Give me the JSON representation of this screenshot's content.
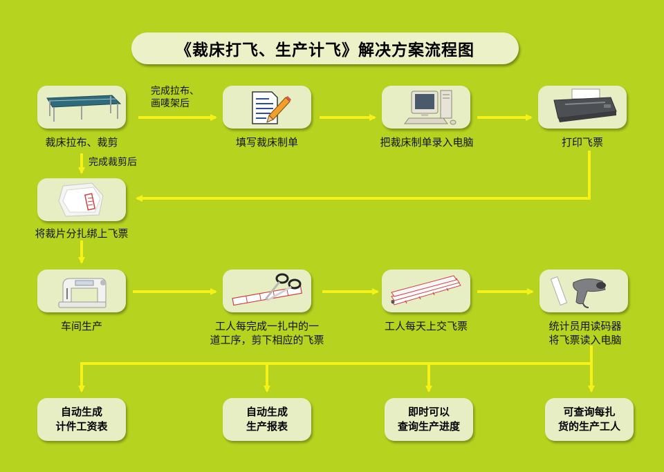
{
  "title": "《裁床打飞、生产计飞》解决方案流程图",
  "nodes": {
    "cutting": {
      "label": "裁床拉布、裁剪",
      "icon": "cutting-table-icon"
    },
    "fill_form": {
      "label": "填写裁床制单",
      "icon": "document-pencil-icon"
    },
    "enter_pc": {
      "label": "把裁床制单录入电脑",
      "icon": "computer-icon"
    },
    "print": {
      "label": "打印飞票",
      "icon": "printer-icon"
    },
    "bundle": {
      "label": "将裁片分扎绑上飞票",
      "icon": "fabric-bundle-icon"
    },
    "workshop": {
      "label": "车间生产",
      "icon": "sewing-machine-icon"
    },
    "cut_ticket": {
      "label_line1": "工人每完成一扎中的一",
      "label_line2": "道工序，剪下相应的飞票",
      "icon": "scissors-ticket-icon"
    },
    "submit": {
      "label": "工人每天上交飞票",
      "icon": "tickets-icon"
    },
    "scan": {
      "label_line1": "统计员用读码器",
      "label_line2": "将飞票读入电脑",
      "icon": "barcode-scanner-icon"
    }
  },
  "edge_labels": {
    "spread_done_line1": "完成拉布、",
    "spread_done_line2": "画唛架后",
    "cut_done": "完成裁剪后"
  },
  "outputs": [
    {
      "line1": "自动生成",
      "line2": "计件工资表"
    },
    {
      "line1": "自动生成",
      "line2": "生产报表"
    },
    {
      "line1": "即时可以",
      "line2": "查询生产进度"
    },
    {
      "line1": "可查询每扎",
      "line2": "货的生产工人"
    }
  ],
  "colors": {
    "background": "#b5d31f",
    "arrow": "#f6f218",
    "card": "#e8eec4"
  }
}
